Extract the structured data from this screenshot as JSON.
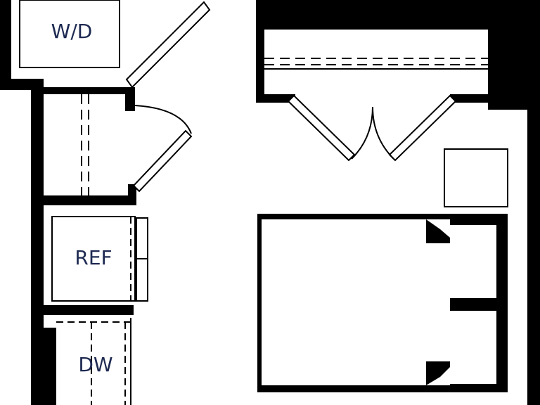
{
  "labels": {
    "washer_dryer": "W/D",
    "refrigerator": "REF",
    "dishwasher": "DW"
  },
  "colors": {
    "wall": "#000000",
    "label": "#1e2a52",
    "background": "#ffffff"
  }
}
